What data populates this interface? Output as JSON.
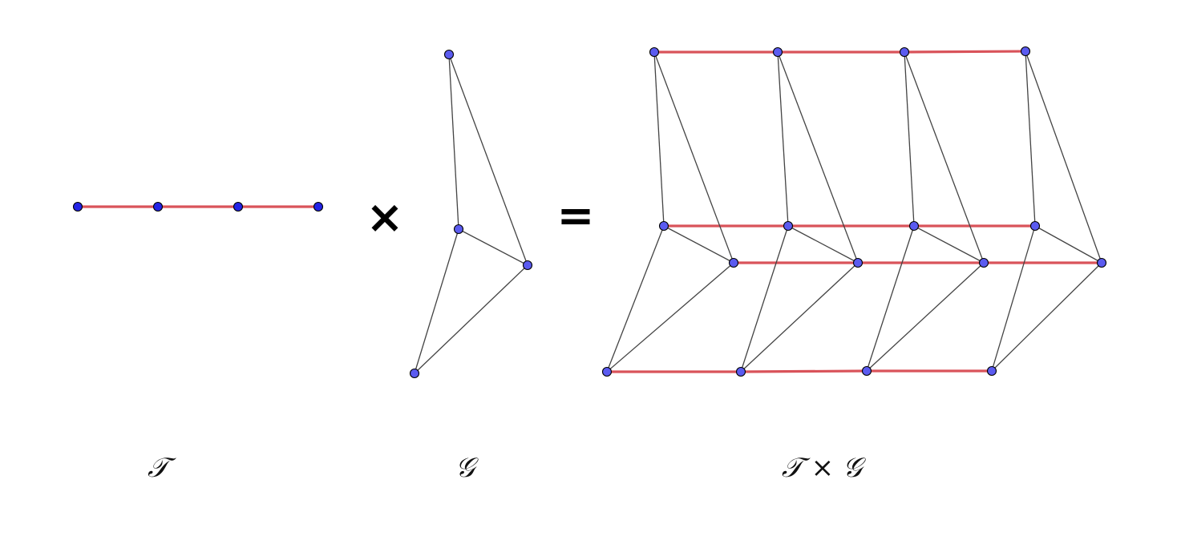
{
  "captions": {
    "path_label": "𝒯",
    "graph_label": "𝒢",
    "product_label": "𝒯 × 𝒢"
  },
  "operators": {
    "times": "×",
    "equals": "="
  },
  "colors": {
    "product_edge": "#d9535a",
    "graph_edge": "#444444",
    "node_fill": "#5b5bf0",
    "node_fill_dark": "#2323e6",
    "node_stroke": "#000000"
  }
}
